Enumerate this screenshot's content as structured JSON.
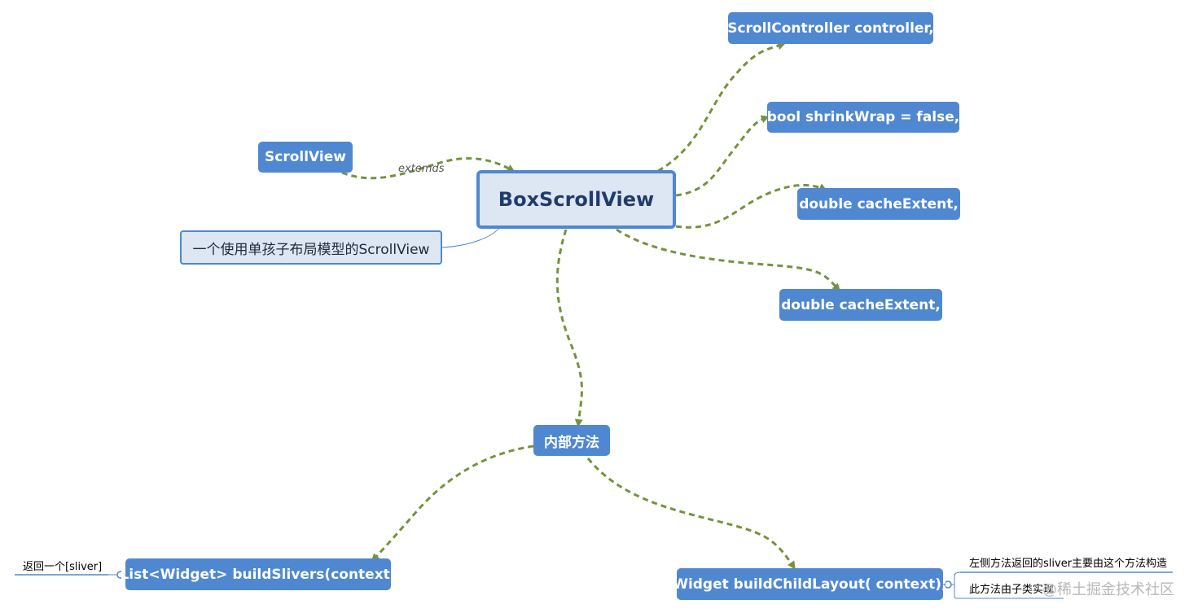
{
  "root": {
    "label": "BoxScrollView"
  },
  "parent": {
    "label": "ScrollView",
    "edge_label": "extemds"
  },
  "description": {
    "label": "一个使用单孩子布局模型的ScrollView"
  },
  "params": [
    {
      "label": "ScrollController controller,"
    },
    {
      "label": "bool shrinkWrap = false,"
    },
    {
      "label": "double cacheExtent,"
    },
    {
      "label": "double cacheExtent,"
    }
  ],
  "internal": {
    "label": "内部方法"
  },
  "methods": [
    {
      "label": "List<Widget> buildSlivers(context)",
      "note": "返回一个[sliver]"
    },
    {
      "label": "Widget buildChildLayout( context);",
      "notes": [
        "左侧方法返回的sliver主要由这个方法构造",
        "此方法由子类实现"
      ]
    }
  ],
  "watermark": "@稀土掘金技术社区",
  "colors": {
    "node": "#4f88d0",
    "root_fill": "#dde6f3",
    "edge": "#76923c"
  }
}
